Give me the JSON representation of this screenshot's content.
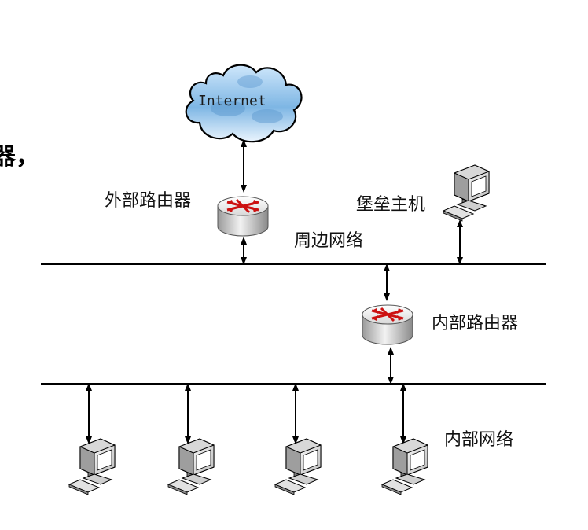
{
  "fragment_text": "器，",
  "internet_label": "Internet",
  "labels": {
    "external_router": "外部路由器",
    "bastion_host": "堡垒主机",
    "perimeter_network": "周边网络",
    "internal_router": "内部路由器",
    "internal_network": "内部网络"
  },
  "icons": {
    "cloud": "cloud-icon",
    "router": "router-icon",
    "computer": "computer-icon"
  },
  "colors": {
    "line": "#000000",
    "router_red": "#cc1111",
    "cloud_blue": "#6aa7d8"
  }
}
